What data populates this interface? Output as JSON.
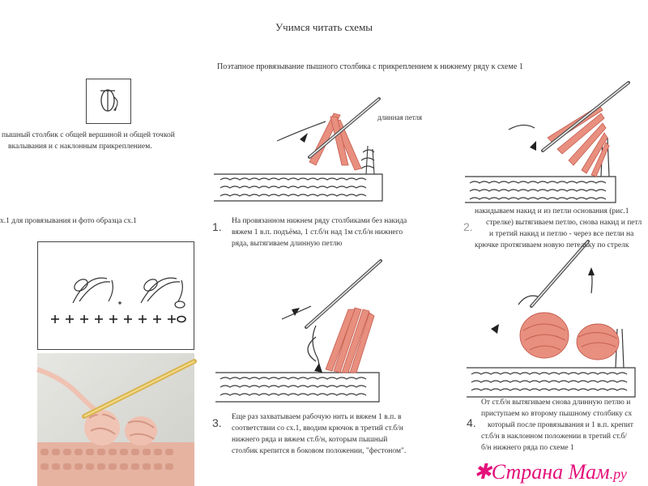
{
  "title": "Учимся читать схемы",
  "subtitle": "Поэтапное  провязывание пышного столбика с прикреплением к нижнему ряду к схеме 1",
  "symbol_description": {
    "line1": "пышный столбик с общей вершиной и общей точкой",
    "line2": "вкалывания и с наклонным прикреплением."
  },
  "scheme_caption": "х.1 для провязывания  и фото образца сх.1",
  "loop_label": "длинная петля",
  "steps": [
    {
      "number": "1.",
      "lines": [
        "На провязанном нижнем ряду столбиками без накида",
        "вяжем 1 в.п. подъёма, 1 ст.б/н над 1м ст.б/н нижнего",
        "ряда, вытягиваем длинную петлю"
      ]
    },
    {
      "number": "2.",
      "lines": [
        "накидываем накид и из петли основания (рис.1",
        "стрелке) вытягиваем петлю, снова накид и петл",
        "и третий накид и петлю - через все петли на",
        "крючке протягиваем новую петельку по стрелк"
      ]
    },
    {
      "number": "3.",
      "lines": [
        "Еще раз захватываем рабочую нить и вяжем 1 в.п. в",
        "соответствии со сх.1, вводим крючок  в третий ст.б/н",
        "нижнего ряда и вяжем ст.б/н, которым пышный",
        "столбик крепится в боковом положении, \"фестоном\"."
      ]
    },
    {
      "number": "4.",
      "lines": [
        "От ст.б/н вытягиваем снова длинную петлю и",
        "приступаем ко второму пышному столбику сх",
        "который после провязывания и 1 в.п. крепит",
        "ст.б/н в наклонном положении в третий ст.б/",
        "б/н нижнего ряда по схеме 1"
      ]
    }
  ],
  "watermark": {
    "star": "✱",
    "text": "Страна Мам",
    "suffix": ".ру"
  },
  "colors": {
    "yarn": "#e88f7f",
    "yarn_dark": "#c45d4f",
    "outline": "#3a3a3a",
    "watermark": "#e3117a",
    "photo_bg": "#dcdcd8",
    "photo_yarn": "#e8b9a8",
    "hook": "#d9b451"
  }
}
